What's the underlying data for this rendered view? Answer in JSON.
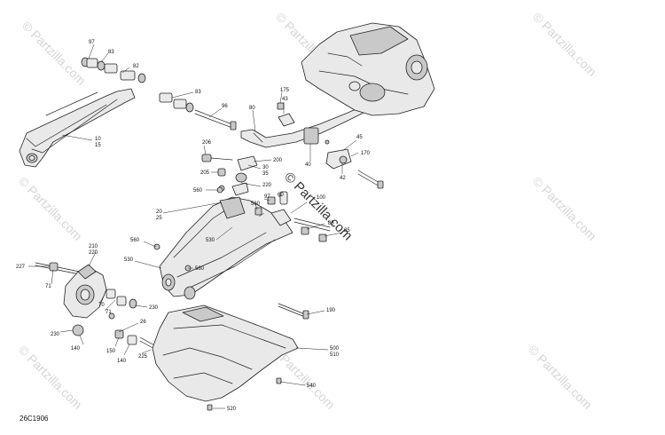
{
  "diagram_code": "26C1906",
  "watermark_text": "© Partzilla.com",
  "callouts": [
    {
      "id": "c97a",
      "label": "97"
    },
    {
      "id": "c83a",
      "label": "83"
    },
    {
      "id": "c82",
      "label": "82"
    },
    {
      "id": "c83b",
      "label": "83"
    },
    {
      "id": "c96",
      "label": "96"
    },
    {
      "id": "c10",
      "label": "10"
    },
    {
      "id": "c15",
      "label": "15"
    },
    {
      "id": "c175",
      "label": "175"
    },
    {
      "id": "c43",
      "label": "43"
    },
    {
      "id": "c80",
      "label": "80"
    },
    {
      "id": "c45",
      "label": "45"
    },
    {
      "id": "c206",
      "label": "206"
    },
    {
      "id": "c200",
      "label": "200"
    },
    {
      "id": "c170",
      "label": "170"
    },
    {
      "id": "c40",
      "label": "40"
    },
    {
      "id": "c205",
      "label": "205"
    },
    {
      "id": "c30",
      "label": "30"
    },
    {
      "id": "c35",
      "label": "35"
    },
    {
      "id": "c42",
      "label": "42"
    },
    {
      "id": "c560a",
      "label": "560"
    },
    {
      "id": "c220a",
      "label": "220"
    },
    {
      "id": "c97b",
      "label": "97"
    },
    {
      "id": "c60",
      "label": "60"
    },
    {
      "id": "c560b",
      "label": "560"
    },
    {
      "id": "c100",
      "label": "100"
    },
    {
      "id": "c20",
      "label": "20"
    },
    {
      "id": "c25",
      "label": "25"
    },
    {
      "id": "c85a",
      "label": "85"
    },
    {
      "id": "c85b",
      "label": "85"
    },
    {
      "id": "c560c",
      "label": "560"
    },
    {
      "id": "c530a",
      "label": "530"
    },
    {
      "id": "c210",
      "label": "210"
    },
    {
      "id": "c220b",
      "label": "220"
    },
    {
      "id": "c530b",
      "label": "530"
    },
    {
      "id": "c560d",
      "label": "560"
    },
    {
      "id": "c227",
      "label": "227"
    },
    {
      "id": "c71a",
      "label": "71"
    },
    {
      "id": "c70",
      "label": "70"
    },
    {
      "id": "c71b",
      "label": "71"
    },
    {
      "id": "c230a",
      "label": "230"
    },
    {
      "id": "c26",
      "label": "26"
    },
    {
      "id": "c190",
      "label": "190"
    },
    {
      "id": "c230b",
      "label": "230"
    },
    {
      "id": "c140a",
      "label": "140"
    },
    {
      "id": "c150",
      "label": "150"
    },
    {
      "id": "c140b",
      "label": "140"
    },
    {
      "id": "c225",
      "label": "225"
    },
    {
      "id": "c500",
      "label": "500"
    },
    {
      "id": "c510",
      "label": "510"
    },
    {
      "id": "c540",
      "label": "540"
    },
    {
      "id": "c520",
      "label": "520"
    }
  ]
}
